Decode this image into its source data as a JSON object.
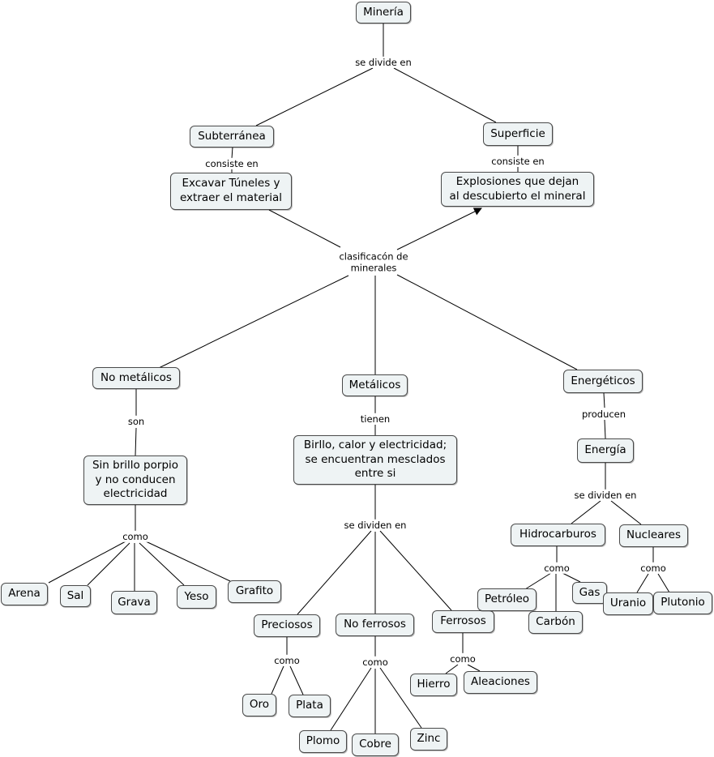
{
  "concepts": {
    "mineria": "Minería",
    "subterranea": "Subterránea",
    "superficie": "Superficie",
    "excavar": "Excavar Túneles y\nextraer el material",
    "explosiones": "Explosiones que dejan\nal descubierto el mineral",
    "no_metalicos": "No metálicos",
    "metalicos": "Metálicos",
    "energeticos": "Energéticos",
    "sin_brillo": "Sin brillo porpio\ny no conducen\nelectricidad",
    "birllo": "Birllo, calor y electricidad;\nse encuentran mesclados\nentre si",
    "energia": "Energía",
    "arena": "Arena",
    "sal": "Sal",
    "grava": "Grava",
    "yeso": "Yeso",
    "grafito": "Grafito",
    "preciosos": "Preciosos",
    "no_ferrosos": "No ferrosos",
    "ferrosos": "Ferrosos",
    "hidrocarburos": "Hidrocarburos",
    "nucleares": "Nucleares",
    "petroleo": "Petróleo",
    "gas": "Gas",
    "carbon": "Carbón",
    "uranio": "Uranio",
    "plutonio": "Plutonio",
    "oro": "Oro",
    "plata": "Plata",
    "plomo": "Plomo",
    "cobre": "Cobre",
    "zinc": "Zinc",
    "hierro": "Hierro",
    "aleaciones": "Aleaciones"
  },
  "linking_phrases": {
    "se_divide_en": "se divide en",
    "consiste_en_1": "consiste en",
    "consiste_en_2": "consiste en",
    "clasificacion": "clasificacón de\nminerales",
    "son": "son",
    "tienen": "tienen",
    "producen": "producen",
    "como_nm": "como",
    "se_dividen_met": "se dividen en",
    "se_dividen_en": "se dividen en",
    "como_hidro": "como",
    "como_nuc": "como",
    "como_prec": "como",
    "como_noferr": "como",
    "como_ferr": "como"
  },
  "colors": {
    "node_fill": "#eef3f4",
    "node_border": "#4a4a4a",
    "link": "#000000"
  }
}
